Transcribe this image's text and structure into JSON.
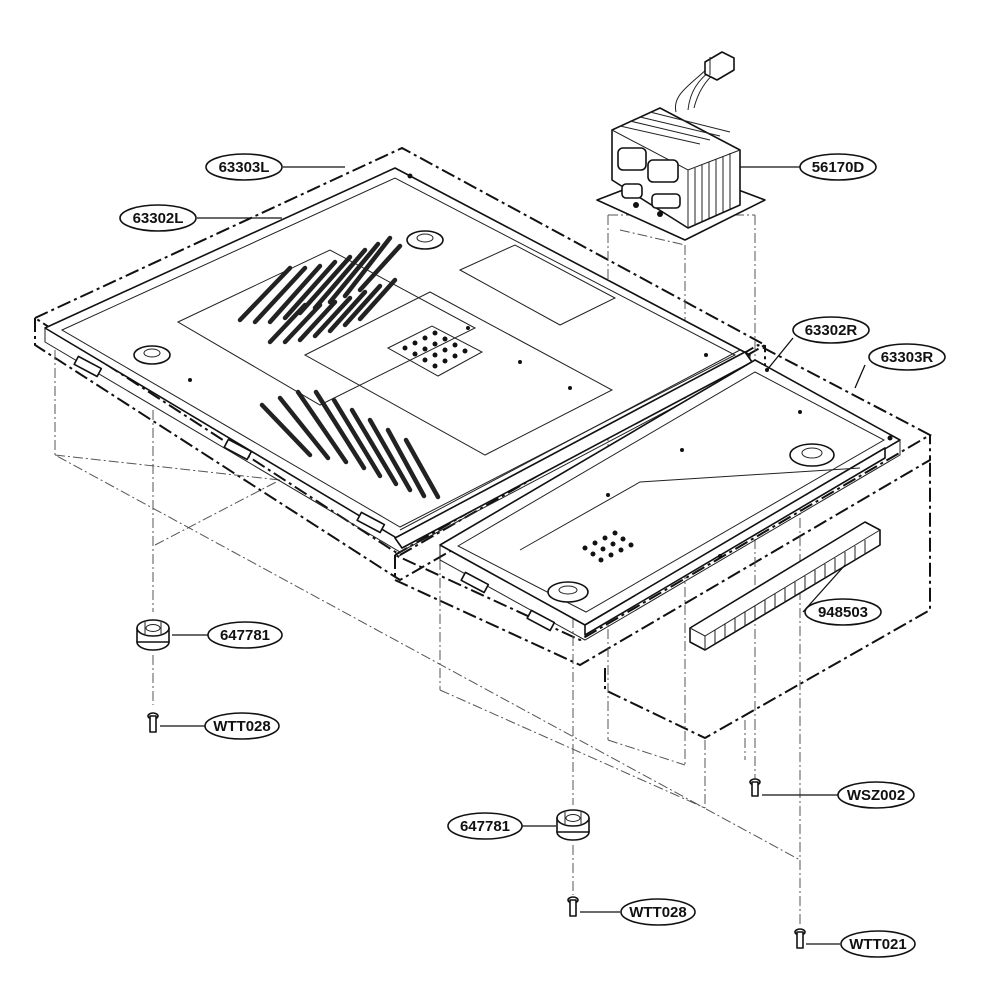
{
  "diagram": {
    "labels": [
      {
        "id": "63303L",
        "text": "63303L"
      },
      {
        "id": "63302L",
        "text": "63302L"
      },
      {
        "id": "56170D",
        "text": "56170D"
      },
      {
        "id": "63302R",
        "text": "63302R"
      },
      {
        "id": "63303R",
        "text": "63303R"
      },
      {
        "id": "948503",
        "text": "948503"
      },
      {
        "id": "647781_left",
        "text": "647781"
      },
      {
        "id": "WTT028_left",
        "text": "WTT028"
      },
      {
        "id": "WSZ002",
        "text": "WSZ002"
      },
      {
        "id": "647781_center",
        "text": "647781"
      },
      {
        "id": "WTT028_center",
        "text": "WTT028"
      },
      {
        "id": "WTT021",
        "text": "WTT021"
      }
    ]
  }
}
